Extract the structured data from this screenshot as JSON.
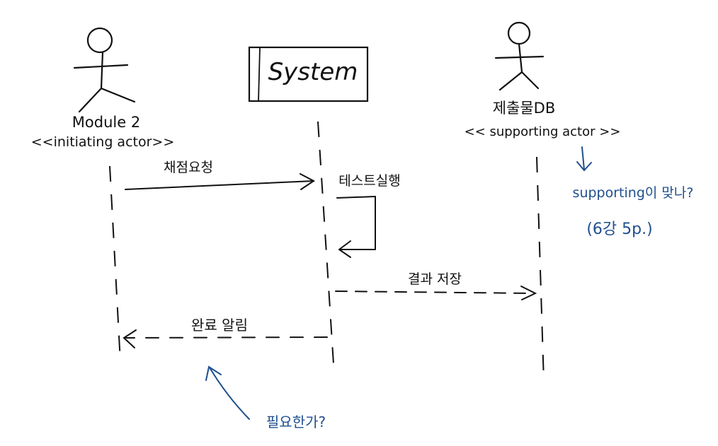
{
  "colors": {
    "ink": "#111111",
    "annotation": "#1f4f8f",
    "background": "#ffffff"
  },
  "participants": {
    "module2": {
      "name": "Module 2",
      "stereotype": "<<initiating actor>>"
    },
    "system": {
      "name": "System"
    },
    "submission_db": {
      "name": "제출물DB",
      "stereotype": "<< supporting actor >>"
    }
  },
  "messages": {
    "grading_request": "채점요청",
    "run_test": "테스트실행",
    "save_result": "결과 저장",
    "completion_notice": "완료 알림"
  },
  "annotations": {
    "supporting_question": "supporting이 맞나?",
    "lecture_ref": "(6강 5p.)",
    "necessity_question": "필요한가?"
  }
}
